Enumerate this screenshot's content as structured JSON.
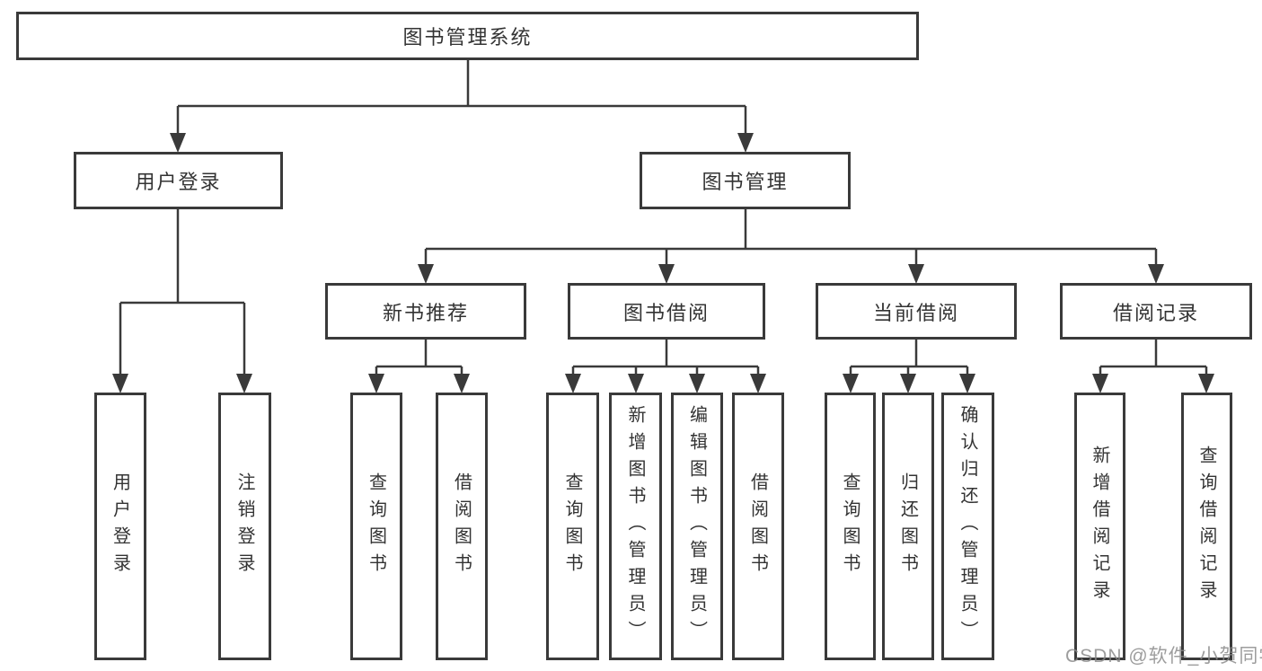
{
  "tree": {
    "root": {
      "label": "图书管理系统"
    },
    "branches": [
      {
        "label": "用户登录",
        "children": [
          {
            "label": "用户登录"
          },
          {
            "label": "注销登录"
          }
        ]
      },
      {
        "label": "图书管理",
        "children": [
          {
            "label": "新书推荐",
            "children": [
              {
                "label": "查询图书"
              },
              {
                "label": "借阅图书"
              }
            ]
          },
          {
            "label": "图书借阅",
            "children": [
              {
                "label": "查询图书"
              },
              {
                "label": "新增图书（管理员）"
              },
              {
                "label": "编辑图书（管理员）"
              },
              {
                "label": "借阅图书"
              }
            ]
          },
          {
            "label": "当前借阅",
            "children": [
              {
                "label": "查询图书"
              },
              {
                "label": "归还图书"
              },
              {
                "label": "确认归还（管理员）"
              }
            ]
          },
          {
            "label": "借阅记录",
            "children": [
              {
                "label": "新增借阅记录"
              },
              {
                "label": "查询借阅记录"
              }
            ]
          }
        ]
      }
    ]
  },
  "watermark": {
    "text": "CSDN @软件_小贺同学"
  },
  "colors": {
    "line": "#3a3a3a",
    "text": "#333333",
    "background": "#ffffff",
    "watermark": "#878787"
  }
}
